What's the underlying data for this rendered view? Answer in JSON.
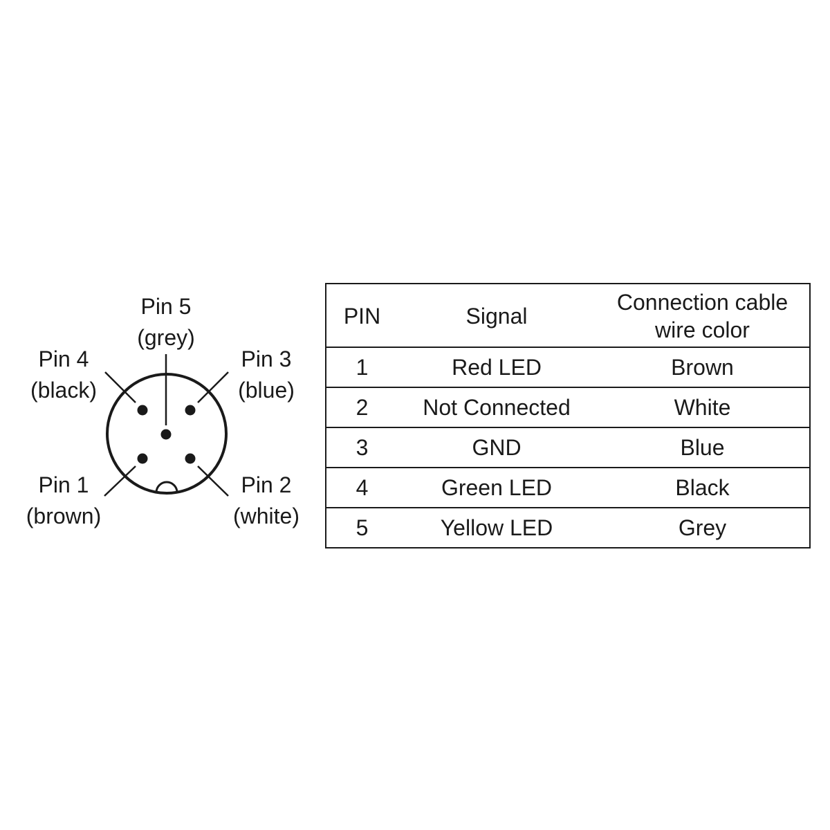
{
  "connector": {
    "pins": [
      {
        "id": "pin-5",
        "label": "Pin 5",
        "color": "(grey)"
      },
      {
        "id": "pin-4",
        "label": "Pin 4",
        "color": "(black)"
      },
      {
        "id": "pin-3",
        "label": "Pin 3",
        "color": "(blue)"
      },
      {
        "id": "pin-1",
        "label": "Pin 1",
        "color": "(brown)"
      },
      {
        "id": "pin-2",
        "label": "Pin 2",
        "color": "(white)"
      }
    ]
  },
  "table": {
    "headers": {
      "pin": "PIN",
      "signal": "Signal",
      "color_line1": "Connection cable",
      "color_line2": "wire color"
    },
    "rows": [
      {
        "pin": "1",
        "signal": "Red LED",
        "color": "Brown"
      },
      {
        "pin": "2",
        "signal": "Not Connected",
        "color": "White"
      },
      {
        "pin": "3",
        "signal": "GND",
        "color": "Blue"
      },
      {
        "pin": "4",
        "signal": "Green LED",
        "color": "Black"
      },
      {
        "pin": "5",
        "signal": "Yellow LED",
        "color": "Grey"
      }
    ]
  },
  "colors": {
    "ink": "#1a1a1a",
    "background": "#ffffff"
  }
}
